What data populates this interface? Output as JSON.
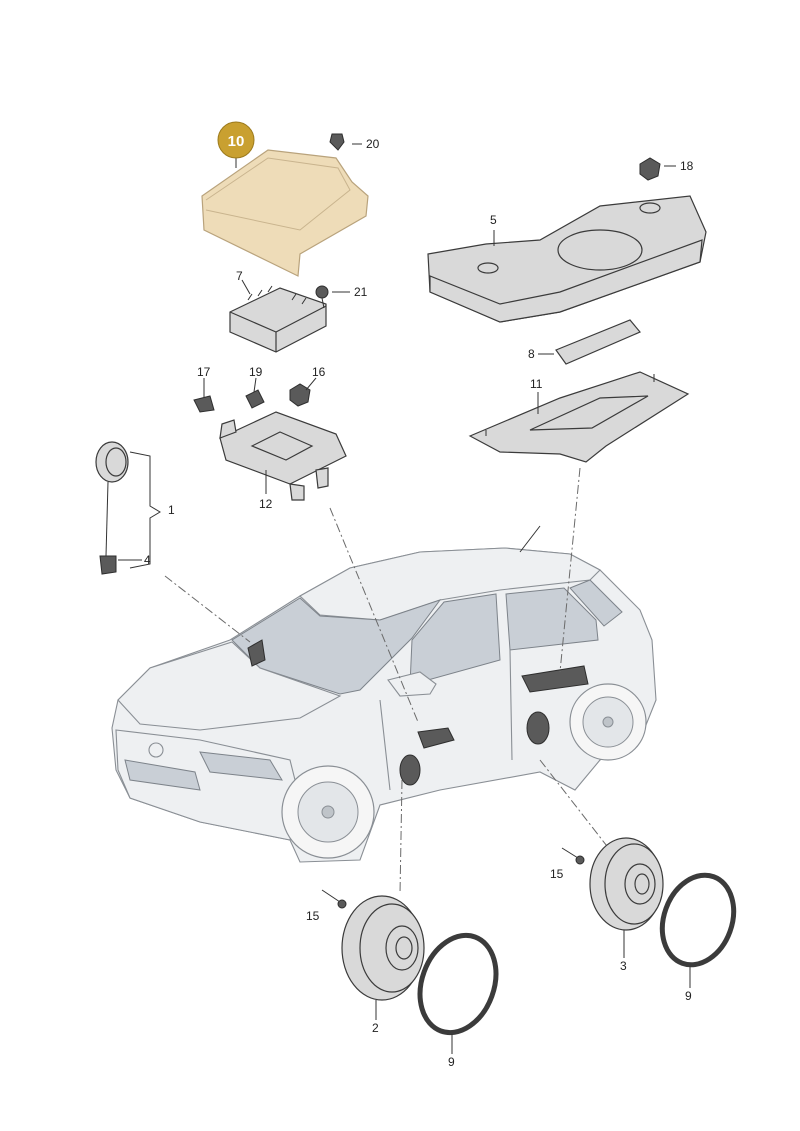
{
  "highlight": {
    "label": "10",
    "badge_color": "#c9a030",
    "part_fill": "#eedcb8"
  },
  "callouts": {
    "c1": "1",
    "c2": "2",
    "c3": "3",
    "c4": "4",
    "c5": "5",
    "c7": "7",
    "c8": "8",
    "c9a": "9",
    "c9b": "9",
    "c11": "11",
    "c12": "12",
    "c15a": "15",
    "c15b": "15",
    "c16": "16",
    "c17": "17",
    "c18": "18",
    "c19": "19",
    "c20": "20",
    "c21": "21"
  }
}
